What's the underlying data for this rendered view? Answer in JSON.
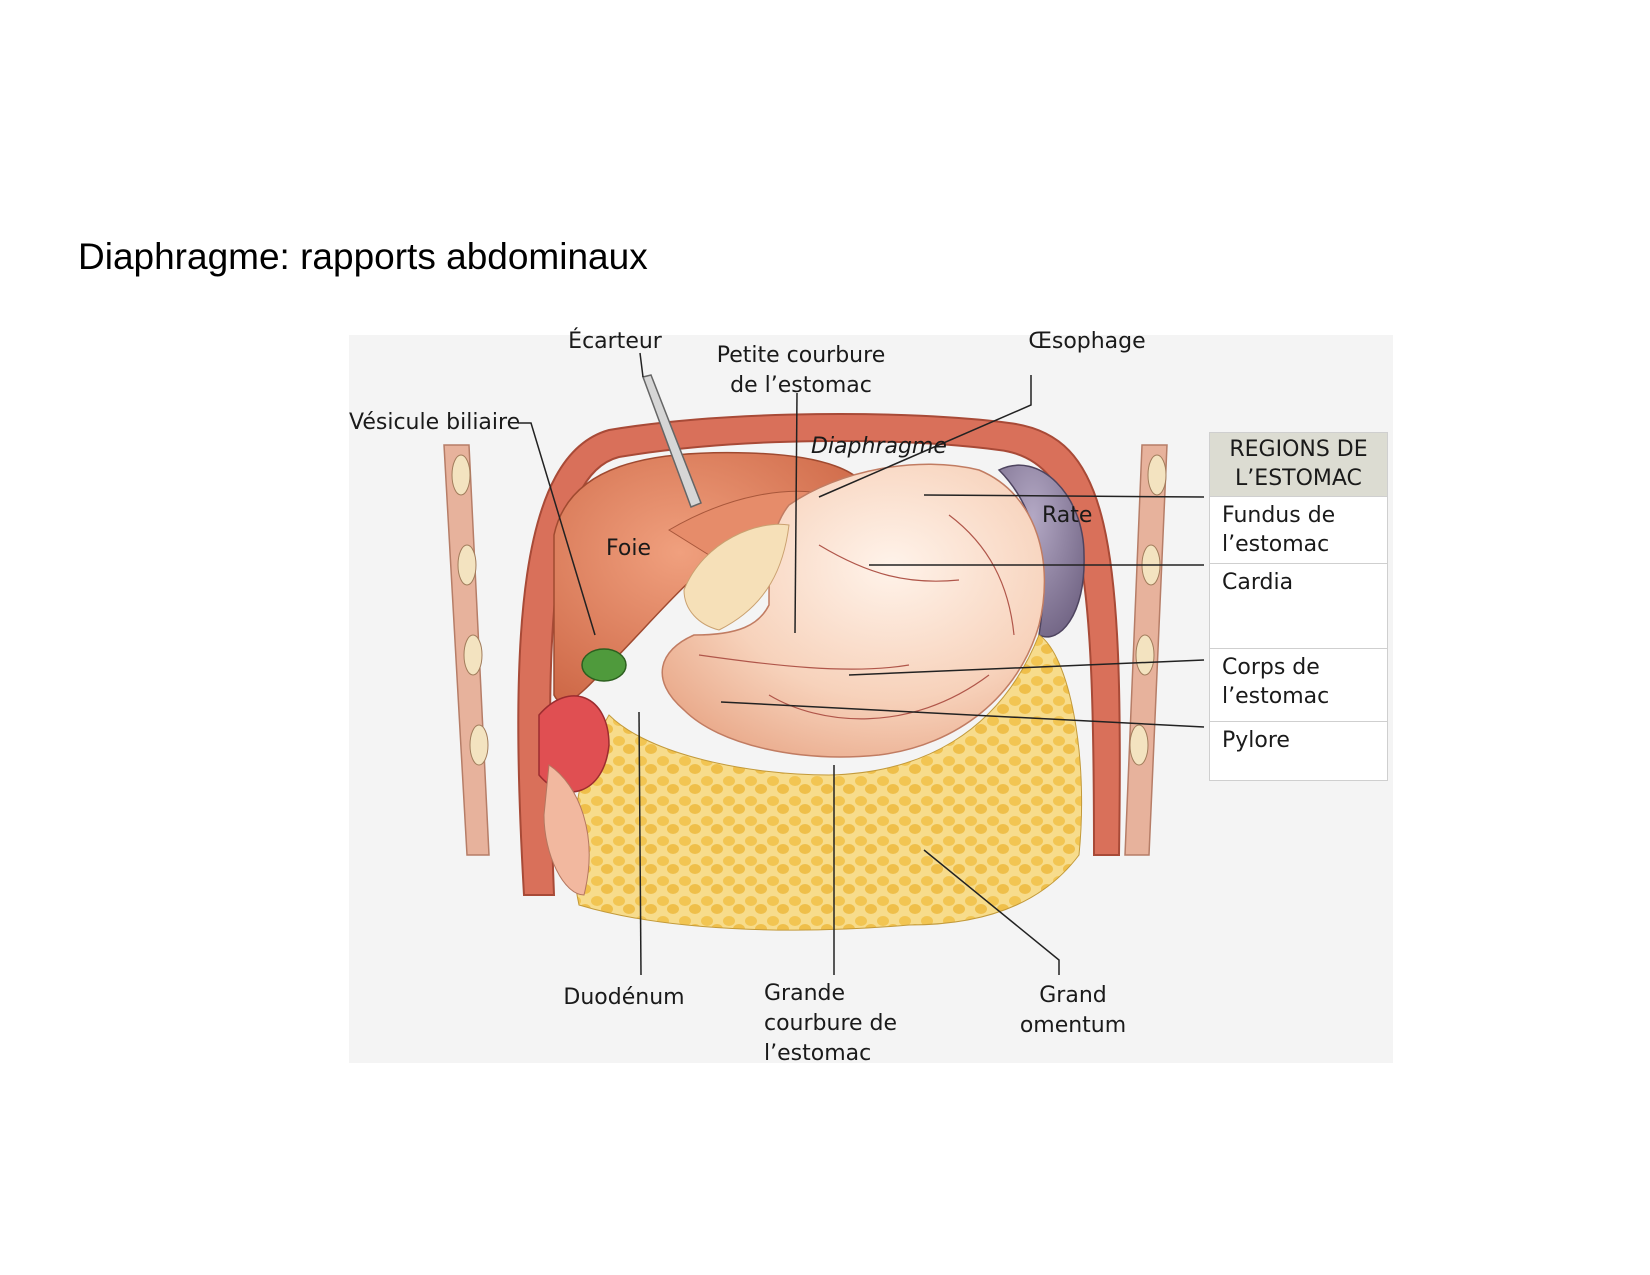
{
  "slide": {
    "title": "Diaphragme: rapports abdominaux"
  },
  "labels": {
    "ecarteur": "Écarteur",
    "petite_courbure": "Petite courbure\nde l’estomac",
    "oesophage": "Œsophage",
    "vesicule": "Vésicule biliaire",
    "diaphragme": "Diaphragme",
    "foie": "Foie",
    "rate": "Rate",
    "duodenum": "Duodénum",
    "grande_courbure": "Grande\ncourbure de\nl’estomac",
    "grand_omentum": "Grand\nomentum"
  },
  "regions": {
    "header": "REGIONS DE\nL’ESTOMAC",
    "items": [
      "Fundus de\nl’estomac",
      "Cardia",
      "Corps de\nl’estomac",
      "Pylore"
    ]
  },
  "colors": {
    "diaphragm": "#d9705a",
    "liver": "#d9785c",
    "stomach": "#f6cdb2",
    "spleen": "#8c7f9e",
    "omentum_fat": "#f3c65a",
    "gallbladder": "#4f9a3c",
    "duodenum": "#f2b89f"
  }
}
